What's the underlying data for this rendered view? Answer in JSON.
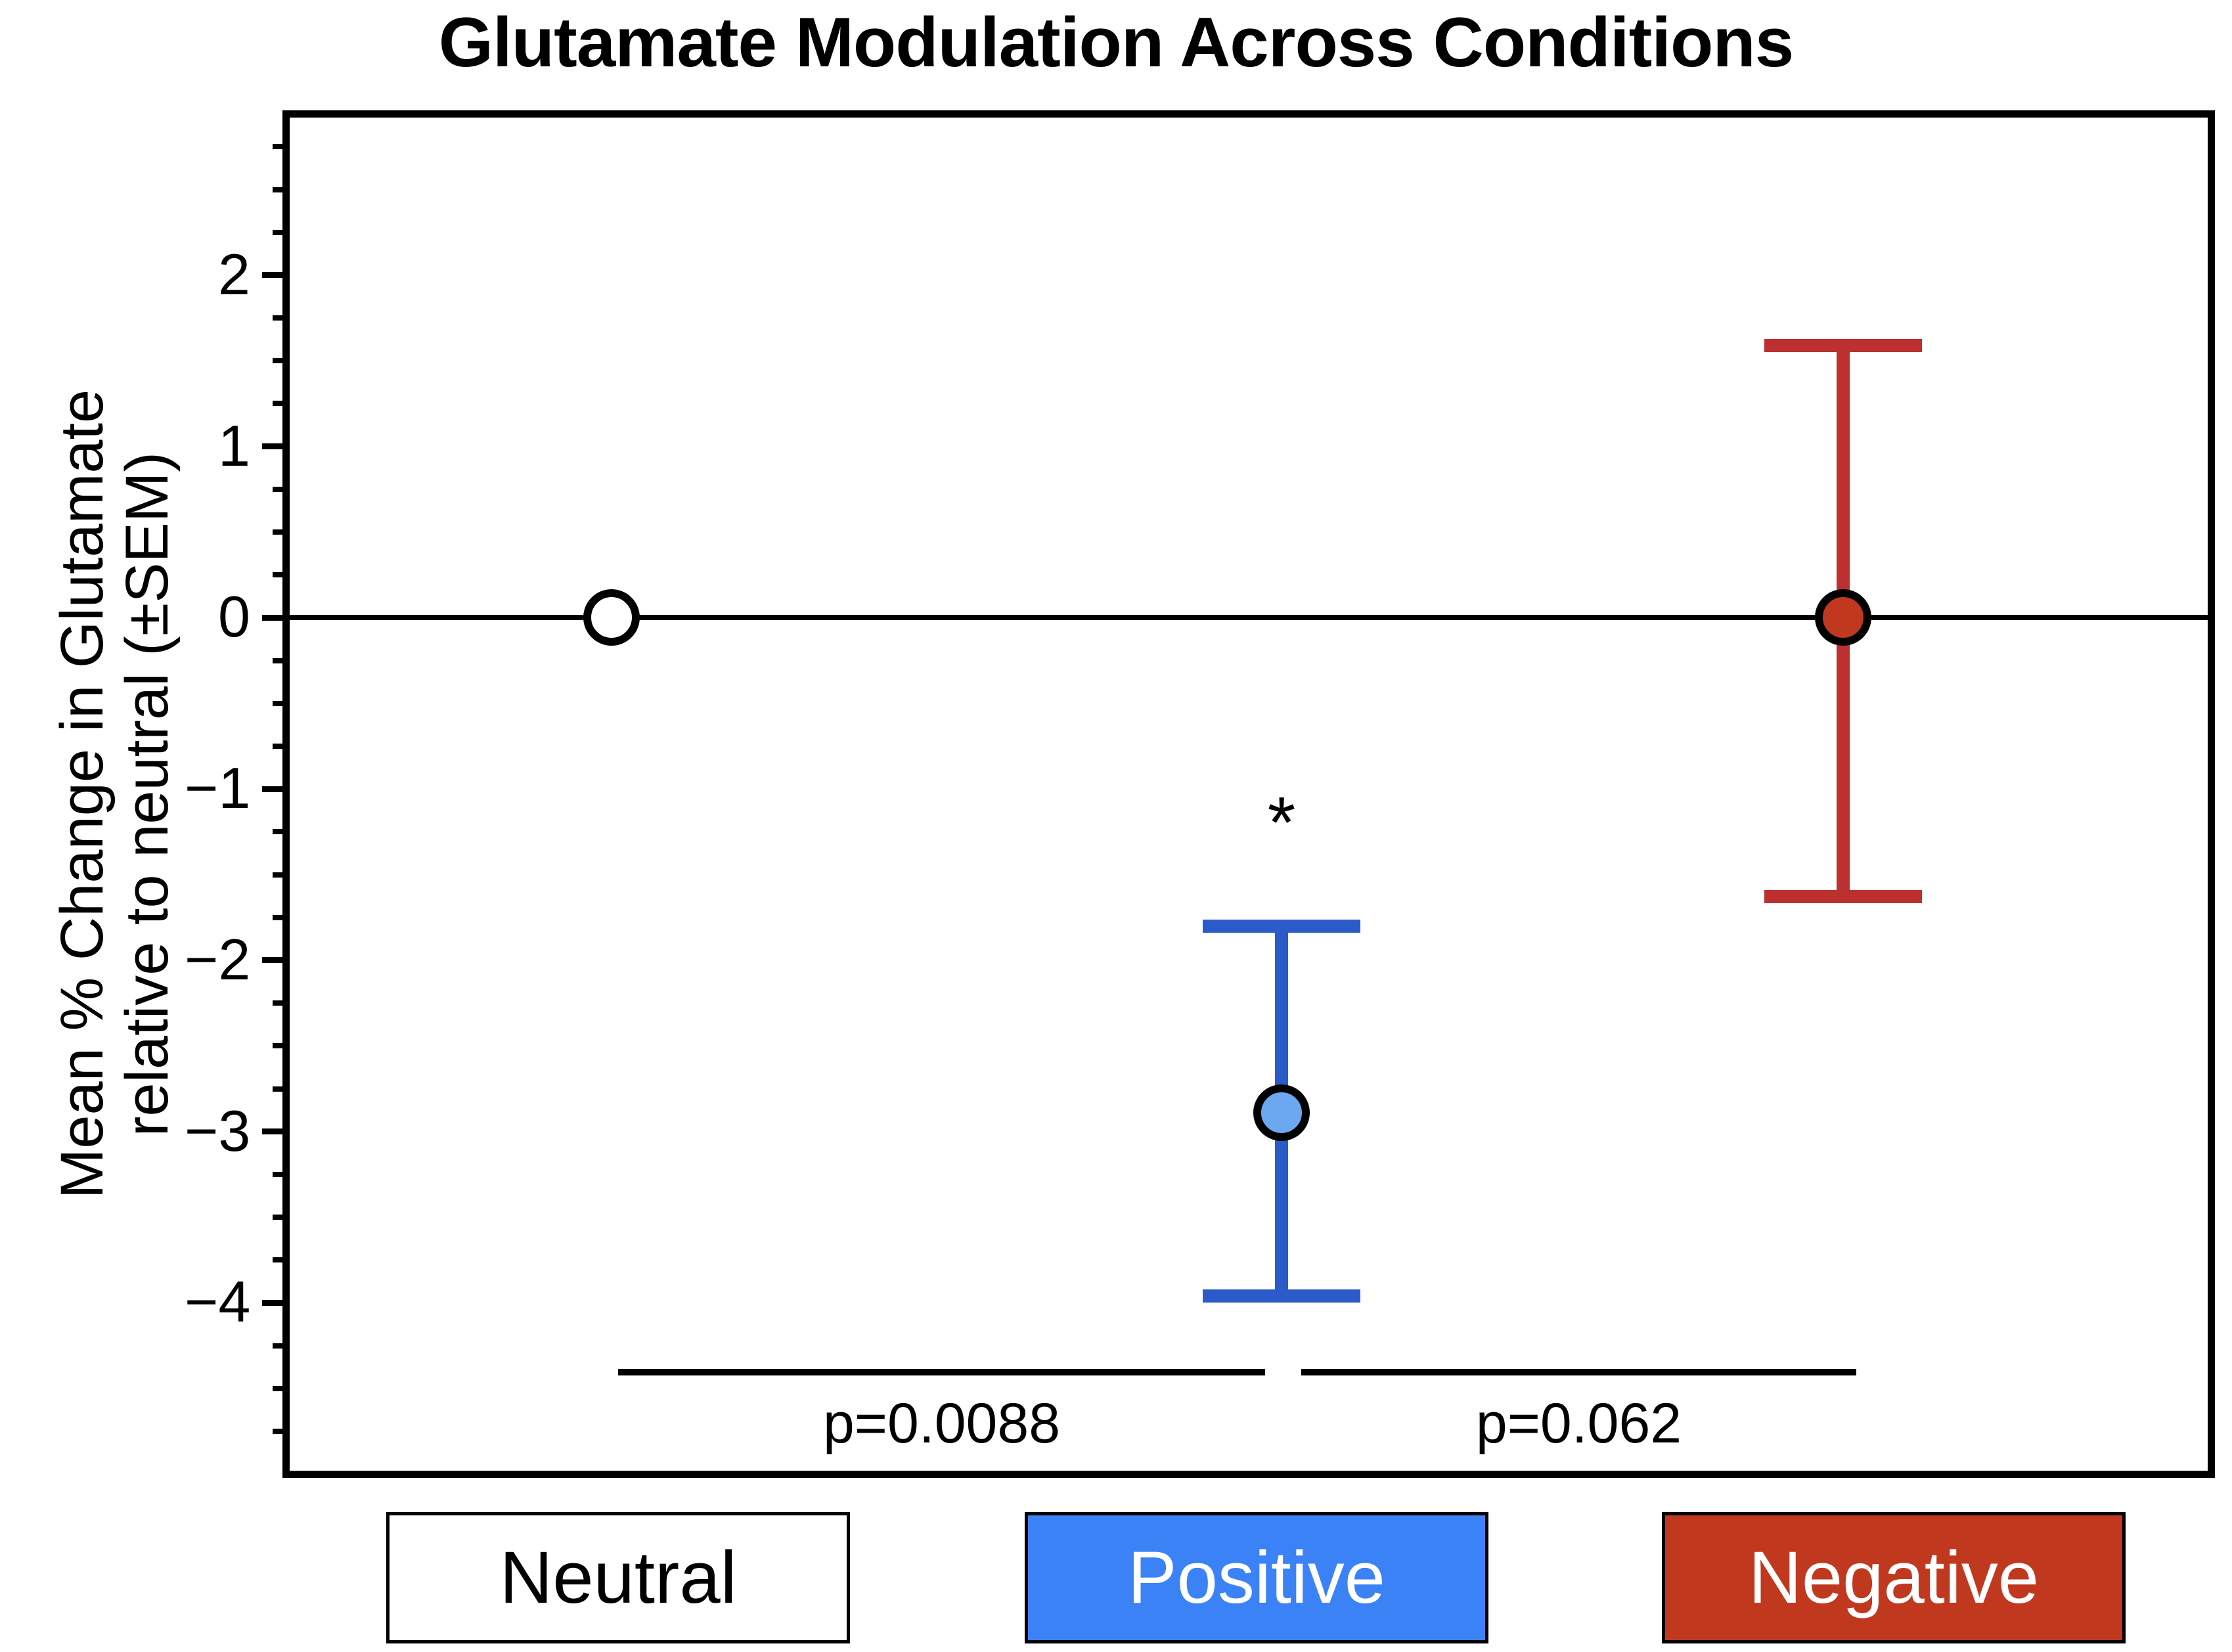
{
  "chart_data": {
    "type": "scatter",
    "title": "Glutamate Modulation Across Conditions",
    "xlabel": "",
    "ylabel": "Mean % Change in Glutamate relative to neutral (±SEM)",
    "ylabel_line1": "Mean % Change in Glutamate",
    "ylabel_line2": "relative to neutral (±SEM)",
    "ylim": [
      -4.98,
      2.92
    ],
    "yticks": [
      2,
      1,
      0,
      -1,
      -2,
      -3,
      -4
    ],
    "ytick_labels": [
      "2",
      "1",
      "0",
      "−1",
      "−2",
      "−3",
      "−4"
    ],
    "minor_tick_step": 0.25,
    "grid": false,
    "zero_reference_line": 0,
    "categories": [
      "Neutral",
      "Positive",
      "Negative"
    ],
    "values": [
      0.0,
      -2.89,
      0.0
    ],
    "sem_upper": [
      0.0,
      1.09,
      1.59
    ],
    "sem_lower": [
      0.0,
      1.07,
      1.63
    ],
    "error_bar_tops": [
      0.0,
      -1.8,
      1.59
    ],
    "error_bar_bottoms": [
      0.0,
      -3.96,
      -1.63
    ],
    "marker_fill_colors": [
      "#FFFFFF",
      "#6BA8F0",
      "#C0391F"
    ],
    "marker_edge_color": "#000000",
    "error_bar_colors": [
      "#000000",
      "#2B5BC9",
      "#BC3030"
    ],
    "significance_markers": [
      {
        "category": "Positive",
        "symbol": "*",
        "y": -1.2
      }
    ],
    "annotations": [
      {
        "label": "p=0.0088",
        "from": "Neutral",
        "to": "Positive"
      },
      {
        "label": "p=0.062",
        "from": "Positive",
        "to": "Negative"
      }
    ],
    "legend": {
      "position": "below-axes",
      "entries": [
        {
          "label": "Neutral",
          "fill": "#FFFFFF",
          "text_color": "#000000",
          "border": "#000000"
        },
        {
          "label": "Positive",
          "fill": "#3B82F6",
          "text_color": "#FFFFFF",
          "border": "#000000"
        },
        {
          "label": "Negative",
          "fill": "#C0391F",
          "text_color": "#FFFFFF",
          "border": "#000000"
        }
      ]
    }
  }
}
